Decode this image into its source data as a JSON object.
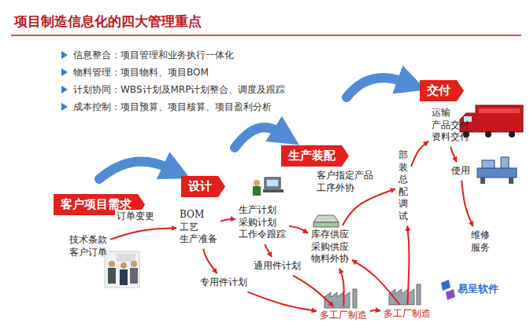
{
  "diagram": {
    "title": "项目制造信息化的四大管理重点",
    "nodes": [
      {
        "text": [
          "客户项目需求"
        ]
      },
      {
        "text": [
          "设计"
        ]
      },
      {
        "text": [
          "生产装配"
        ]
      },
      {
        "text": [
          "交付"
        ]
      },
      {
        "text": [
          "技术条款 客户订单"
        ]
      },
      {
        "text": [
          "BOM 工艺 生产准备"
        ]
      },
      {
        "text": [
          "生产计划 采购计划 工作令跟踪"
        ]
      },
      {
        "text": [
          "客户指定产品 工序外协"
        ]
      },
      {
        "text": [
          "库存供应 采购供应 物料外协"
        ]
      },
      {
        "text": [
          "专用件计划"
        ]
      },
      {
        "text": [
          "通用件计划"
        ]
      },
      {
        "text": [
          "多工厂制造"
        ]
      },
      {
        "text": [
          "多工厂制造"
        ]
      },
      {
        "text": [
          "部装总配调试"
        ]
      },
      {
        "text": [
          "运输 产品交付 资料交付"
        ]
      },
      {
        "text": [
          "使用"
        ]
      },
      {
        "text": [
          "维修 服务"
        ]
      }
    ],
    "edges": [
      {
        "from": 4,
        "to": 5,
        "arrow": "to",
        "label": "订单变更"
      },
      {
        "from": 5,
        "to": 6,
        "arrow": "to"
      },
      {
        "from": 6,
        "to": 8,
        "arrow": "to"
      },
      {
        "from": 5,
        "to": 9,
        "arrow": "to"
      },
      {
        "from": 6,
        "to": 10,
        "arrow": "to"
      },
      {
        "from": 9,
        "to": 11,
        "arrow": "to"
      },
      {
        "from": 10,
        "to": 11,
        "arrow": "to"
      },
      {
        "from": 11,
        "to": 12,
        "arrow": "to"
      },
      {
        "from": 11,
        "to": 8,
        "arrow": "to"
      },
      {
        "from": 12,
        "to": 8,
        "arrow": "to"
      },
      {
        "from": 12,
        "to": 13,
        "arrow": "to"
      },
      {
        "from": 8,
        "to": 13,
        "arrow": "to"
      },
      {
        "from": 13,
        "to": 14,
        "arrow": "to"
      },
      {
        "from": 14,
        "to": 15,
        "arrow": "to"
      },
      {
        "from": 15,
        "to": 16,
        "arrow": "to"
      }
    ],
    "labels": [
      "信息整合：项目管理和业务执行一体化",
      "物料管理：项目物料、项目BOM",
      "计划协同：WBS计划及MRP计划整合、调度及跟踪",
      "成本控制：项目预算、项目核算、项目盈利分析",
      "易呈软件"
    ]
  }
}
